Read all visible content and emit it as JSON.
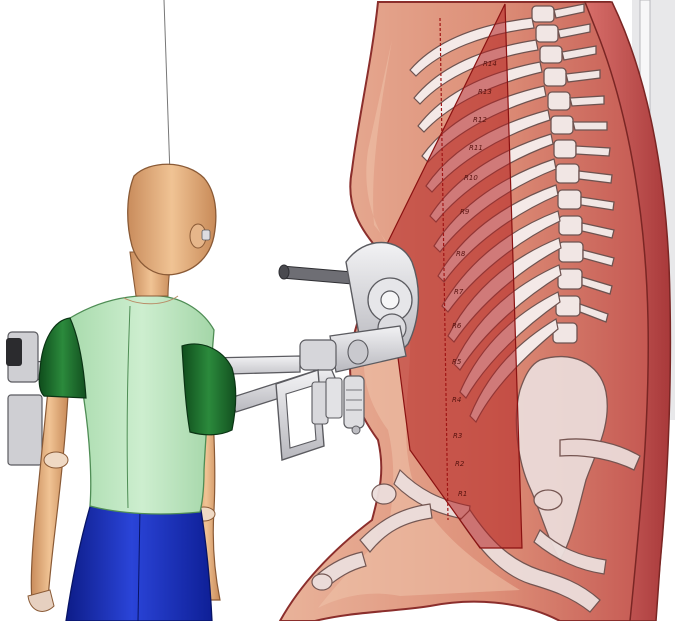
{
  "scene": {
    "rib_labels": [
      "R14",
      "R13",
      "R12",
      "R11",
      "R10",
      "R9",
      "R8",
      "R7",
      "R6",
      "R5",
      "R4",
      "R3",
      "R2",
      "R1"
    ],
    "colors": {
      "carcass_outer": "#c25a55",
      "carcass_inner": "#e5a28a",
      "carcass_edge": "#8b2e2c",
      "bone": "#f1e6e4",
      "bone_edge": "#6e5350",
      "cut_plane": "#b21f1f",
      "shirt": "#bfe8c2",
      "sleeve": "#1e6b2c",
      "pants": "#1a2fb5",
      "skin": "#e4b184",
      "tool_metal": "#d9d9dc",
      "tool_edge": "#5b5b60"
    }
  }
}
